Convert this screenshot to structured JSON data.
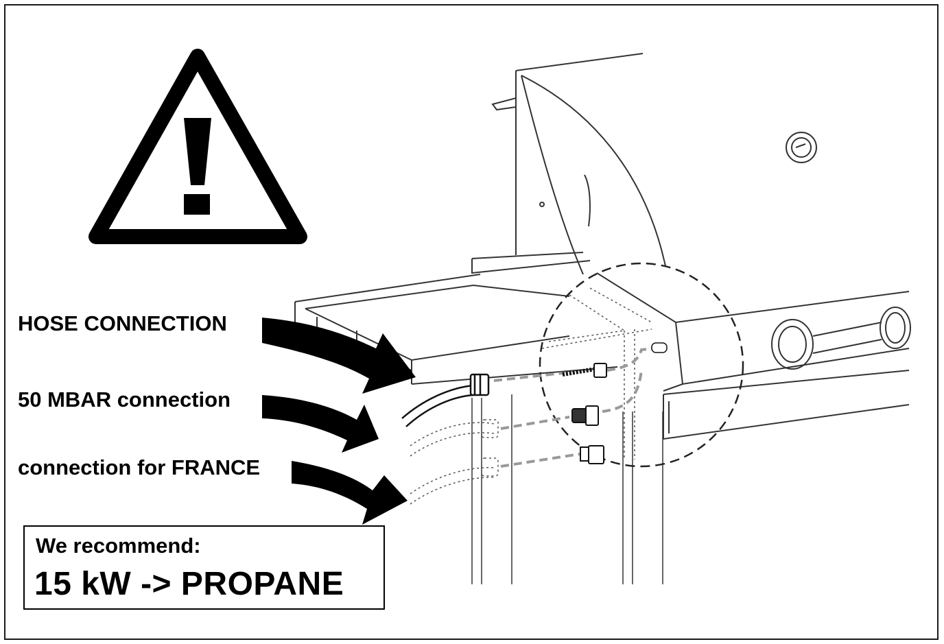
{
  "labels": {
    "hose_connection": "HOSE CONNECTION",
    "mbar_connection": "50 MBAR connection",
    "france_connection": "connection for FRANCE"
  },
  "recommendation": {
    "heading": "We recommend:",
    "value": "15 kW -> PROPANE"
  },
  "icons": {
    "warning": "warning-triangle-icon",
    "arrow": "curved-arrow-icon"
  },
  "colors": {
    "ink": "#000000",
    "line": "#333333",
    "dashed": "#888888",
    "background": "#ffffff"
  }
}
